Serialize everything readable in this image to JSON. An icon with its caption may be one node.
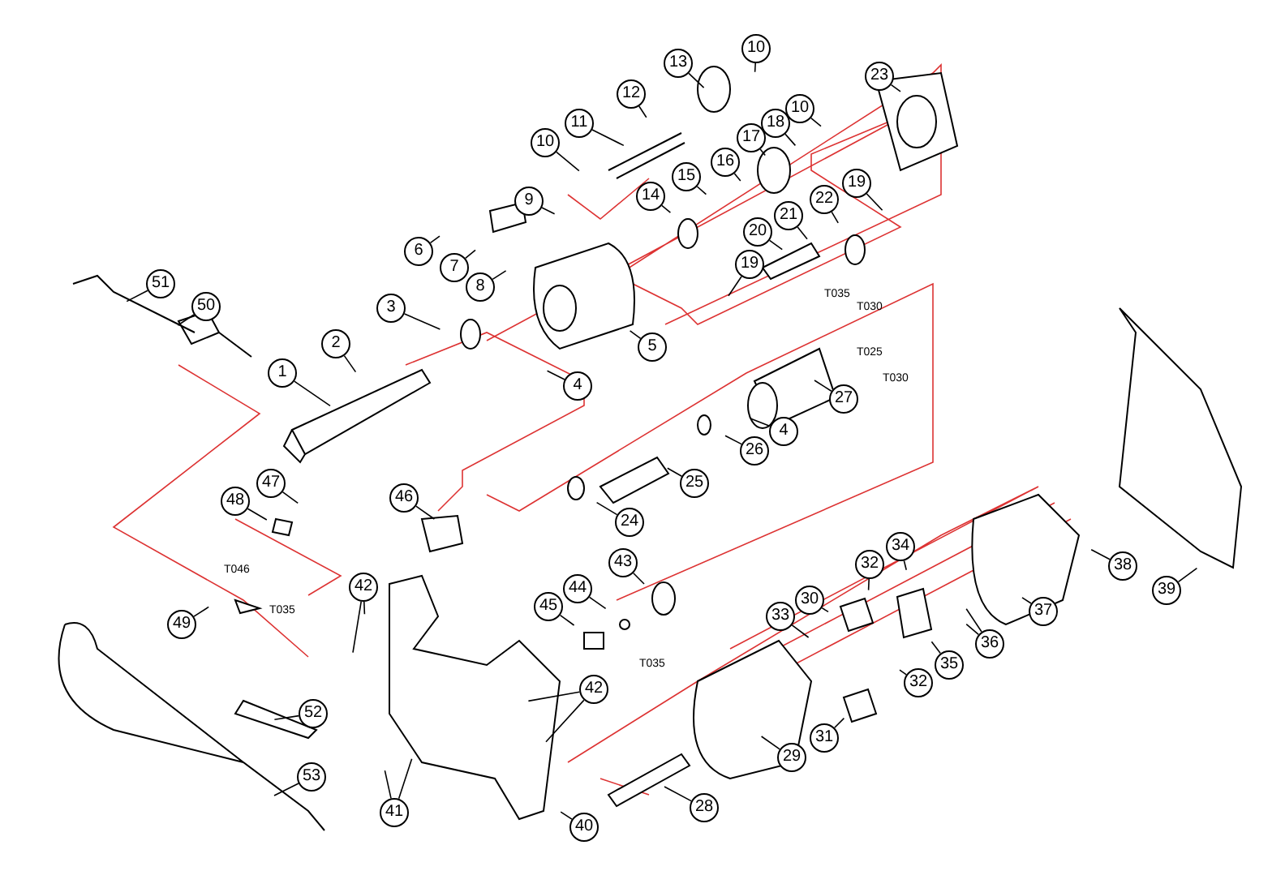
{
  "diagram": {
    "nodes": [
      {
        "text": [
          "1"
        ]
      },
      {
        "text": [
          "2"
        ]
      },
      {
        "text": [
          "3"
        ]
      },
      {
        "text": [
          "4"
        ]
      },
      {
        "text": [
          "4"
        ]
      },
      {
        "text": [
          "5"
        ]
      },
      {
        "text": [
          "6"
        ]
      },
      {
        "text": [
          "7"
        ]
      },
      {
        "text": [
          "8"
        ]
      },
      {
        "text": [
          "9"
        ]
      },
      {
        "text": [
          "10"
        ]
      },
      {
        "text": [
          "10"
        ]
      },
      {
        "text": [
          "10"
        ]
      },
      {
        "text": [
          "11"
        ]
      },
      {
        "text": [
          "12"
        ]
      },
      {
        "text": [
          "13"
        ]
      },
      {
        "text": [
          "14"
        ]
      },
      {
        "text": [
          "15"
        ]
      },
      {
        "text": [
          "16"
        ]
      },
      {
        "text": [
          "17"
        ]
      },
      {
        "text": [
          "18"
        ]
      },
      {
        "text": [
          "19"
        ]
      },
      {
        "text": [
          "19"
        ]
      },
      {
        "text": [
          "20"
        ]
      },
      {
        "text": [
          "21"
        ]
      },
      {
        "text": [
          "22"
        ]
      },
      {
        "text": [
          "23"
        ]
      },
      {
        "text": [
          "24"
        ]
      },
      {
        "text": [
          "25"
        ]
      },
      {
        "text": [
          "26"
        ]
      },
      {
        "text": [
          "27"
        ]
      },
      {
        "text": [
          "28"
        ]
      },
      {
        "text": [
          "29"
        ]
      },
      {
        "text": [
          "30"
        ]
      },
      {
        "text": [
          "31"
        ]
      },
      {
        "text": [
          "32"
        ]
      },
      {
        "text": [
          "32"
        ]
      },
      {
        "text": [
          "33"
        ]
      },
      {
        "text": [
          "34"
        ]
      },
      {
        "text": [
          "35"
        ]
      },
      {
        "text": [
          "36"
        ]
      },
      {
        "text": [
          "37"
        ]
      },
      {
        "text": [
          "38"
        ]
      },
      {
        "text": [
          "39"
        ]
      },
      {
        "text": [
          "40"
        ]
      },
      {
        "text": [
          "41"
        ]
      },
      {
        "text": [
          "42"
        ]
      },
      {
        "text": [
          "42"
        ]
      },
      {
        "text": [
          "43"
        ]
      },
      {
        "text": [
          "44"
        ]
      },
      {
        "text": [
          "45"
        ]
      },
      {
        "text": [
          "46"
        ]
      },
      {
        "text": [
          "47"
        ]
      },
      {
        "text": [
          "48"
        ]
      },
      {
        "text": [
          "49"
        ]
      },
      {
        "text": [
          "50"
        ]
      },
      {
        "text": [
          "51"
        ]
      },
      {
        "text": [
          "52"
        ]
      },
      {
        "text": [
          "53"
        ]
      }
    ],
    "edges": [
      {
        "from": 0,
        "to": null,
        "arrow": "none"
      },
      {
        "from": 1,
        "to": null,
        "arrow": "none"
      },
      {
        "from": 2,
        "to": null,
        "arrow": "none"
      },
      {
        "from": 3,
        "to": null,
        "arrow": "none"
      },
      {
        "from": 4,
        "to": null,
        "arrow": "none"
      },
      {
        "from": 5,
        "to": null,
        "arrow": "none"
      },
      {
        "from": 6,
        "to": null,
        "arrow": "none"
      },
      {
        "from": 7,
        "to": null,
        "arrow": "none"
      },
      {
        "from": 8,
        "to": null,
        "arrow": "none"
      },
      {
        "from": 9,
        "to": null,
        "arrow": "none"
      },
      {
        "from": 10,
        "to": null,
        "arrow": "none"
      },
      {
        "from": 11,
        "to": null,
        "arrow": "none"
      },
      {
        "from": 12,
        "to": null,
        "arrow": "none"
      },
      {
        "from": 13,
        "to": null,
        "arrow": "none"
      },
      {
        "from": 14,
        "to": null,
        "arrow": "none"
      },
      {
        "from": 15,
        "to": null,
        "arrow": "none"
      },
      {
        "from": 16,
        "to": null,
        "arrow": "none"
      },
      {
        "from": 17,
        "to": null,
        "arrow": "none"
      },
      {
        "from": 18,
        "to": null,
        "arrow": "none"
      },
      {
        "from": 19,
        "to": null,
        "arrow": "none"
      },
      {
        "from": 20,
        "to": null,
        "arrow": "none"
      },
      {
        "from": 21,
        "to": null,
        "arrow": "none"
      },
      {
        "from": 22,
        "to": null,
        "arrow": "none"
      },
      {
        "from": 23,
        "to": null,
        "arrow": "none"
      },
      {
        "from": 24,
        "to": null,
        "arrow": "none"
      },
      {
        "from": 25,
        "to": null,
        "arrow": "none"
      },
      {
        "from": 26,
        "to": null,
        "arrow": "none"
      },
      {
        "from": 27,
        "to": null,
        "arrow": "none"
      },
      {
        "from": 28,
        "to": null,
        "arrow": "none"
      },
      {
        "from": 29,
        "to": null,
        "arrow": "none"
      },
      {
        "from": 30,
        "to": null,
        "arrow": "none"
      },
      {
        "from": 31,
        "to": null,
        "arrow": "none"
      },
      {
        "from": 32,
        "to": null,
        "arrow": "none"
      },
      {
        "from": 33,
        "to": null,
        "arrow": "none"
      },
      {
        "from": 34,
        "to": null,
        "arrow": "none"
      },
      {
        "from": 35,
        "to": null,
        "arrow": "none"
      },
      {
        "from": 36,
        "to": null,
        "arrow": "none"
      },
      {
        "from": 37,
        "to": null,
        "arrow": "none"
      },
      {
        "from": 38,
        "to": null,
        "arrow": "none"
      },
      {
        "from": 39,
        "to": null,
        "arrow": "none"
      },
      {
        "from": 40,
        "to": null,
        "arrow": "none"
      },
      {
        "from": 40,
        "to": null,
        "arrow": "none"
      },
      {
        "from": 41,
        "to": null,
        "arrow": "none"
      },
      {
        "from": 42,
        "to": null,
        "arrow": "none"
      },
      {
        "from": 43,
        "to": null,
        "arrow": "none"
      },
      {
        "from": 44,
        "to": null,
        "arrow": "none"
      },
      {
        "from": 45,
        "to": null,
        "arrow": "none"
      },
      {
        "from": 45,
        "to": null,
        "arrow": "none"
      },
      {
        "from": 46,
        "to": null,
        "arrow": "none"
      },
      {
        "from": 46,
        "to": null,
        "arrow": "none"
      },
      {
        "from": 47,
        "to": null,
        "arrow": "none"
      },
      {
        "from": 47,
        "to": null,
        "arrow": "none"
      },
      {
        "from": 48,
        "to": null,
        "arrow": "none"
      },
      {
        "from": 49,
        "to": null,
        "arrow": "none"
      },
      {
        "from": 50,
        "to": null,
        "arrow": "none"
      },
      {
        "from": 51,
        "to": null,
        "arrow": "none"
      },
      {
        "from": 52,
        "to": null,
        "arrow": "none"
      },
      {
        "from": 53,
        "to": null,
        "arrow": "none"
      },
      {
        "from": 54,
        "to": null,
        "arrow": "none"
      },
      {
        "from": 55,
        "to": null,
        "arrow": "none"
      },
      {
        "from": 56,
        "to": null,
        "arrow": "none"
      },
      {
        "from": 57,
        "to": null,
        "arrow": "none"
      },
      {
        "from": 58,
        "to": null,
        "arrow": "none"
      }
    ],
    "labels": [
      "T035",
      "T030",
      "T025",
      "T030",
      "T046",
      "T035",
      "T035"
    ]
  }
}
